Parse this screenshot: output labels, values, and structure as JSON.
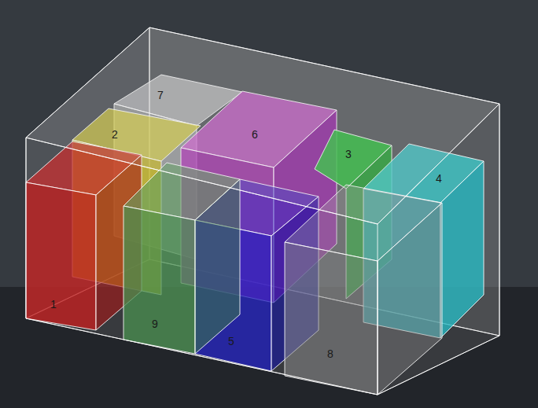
{
  "diagram": {
    "labels": [
      "7",
      "2",
      "6",
      "3",
      "4",
      "1",
      "9",
      "5",
      "8"
    ]
  }
}
